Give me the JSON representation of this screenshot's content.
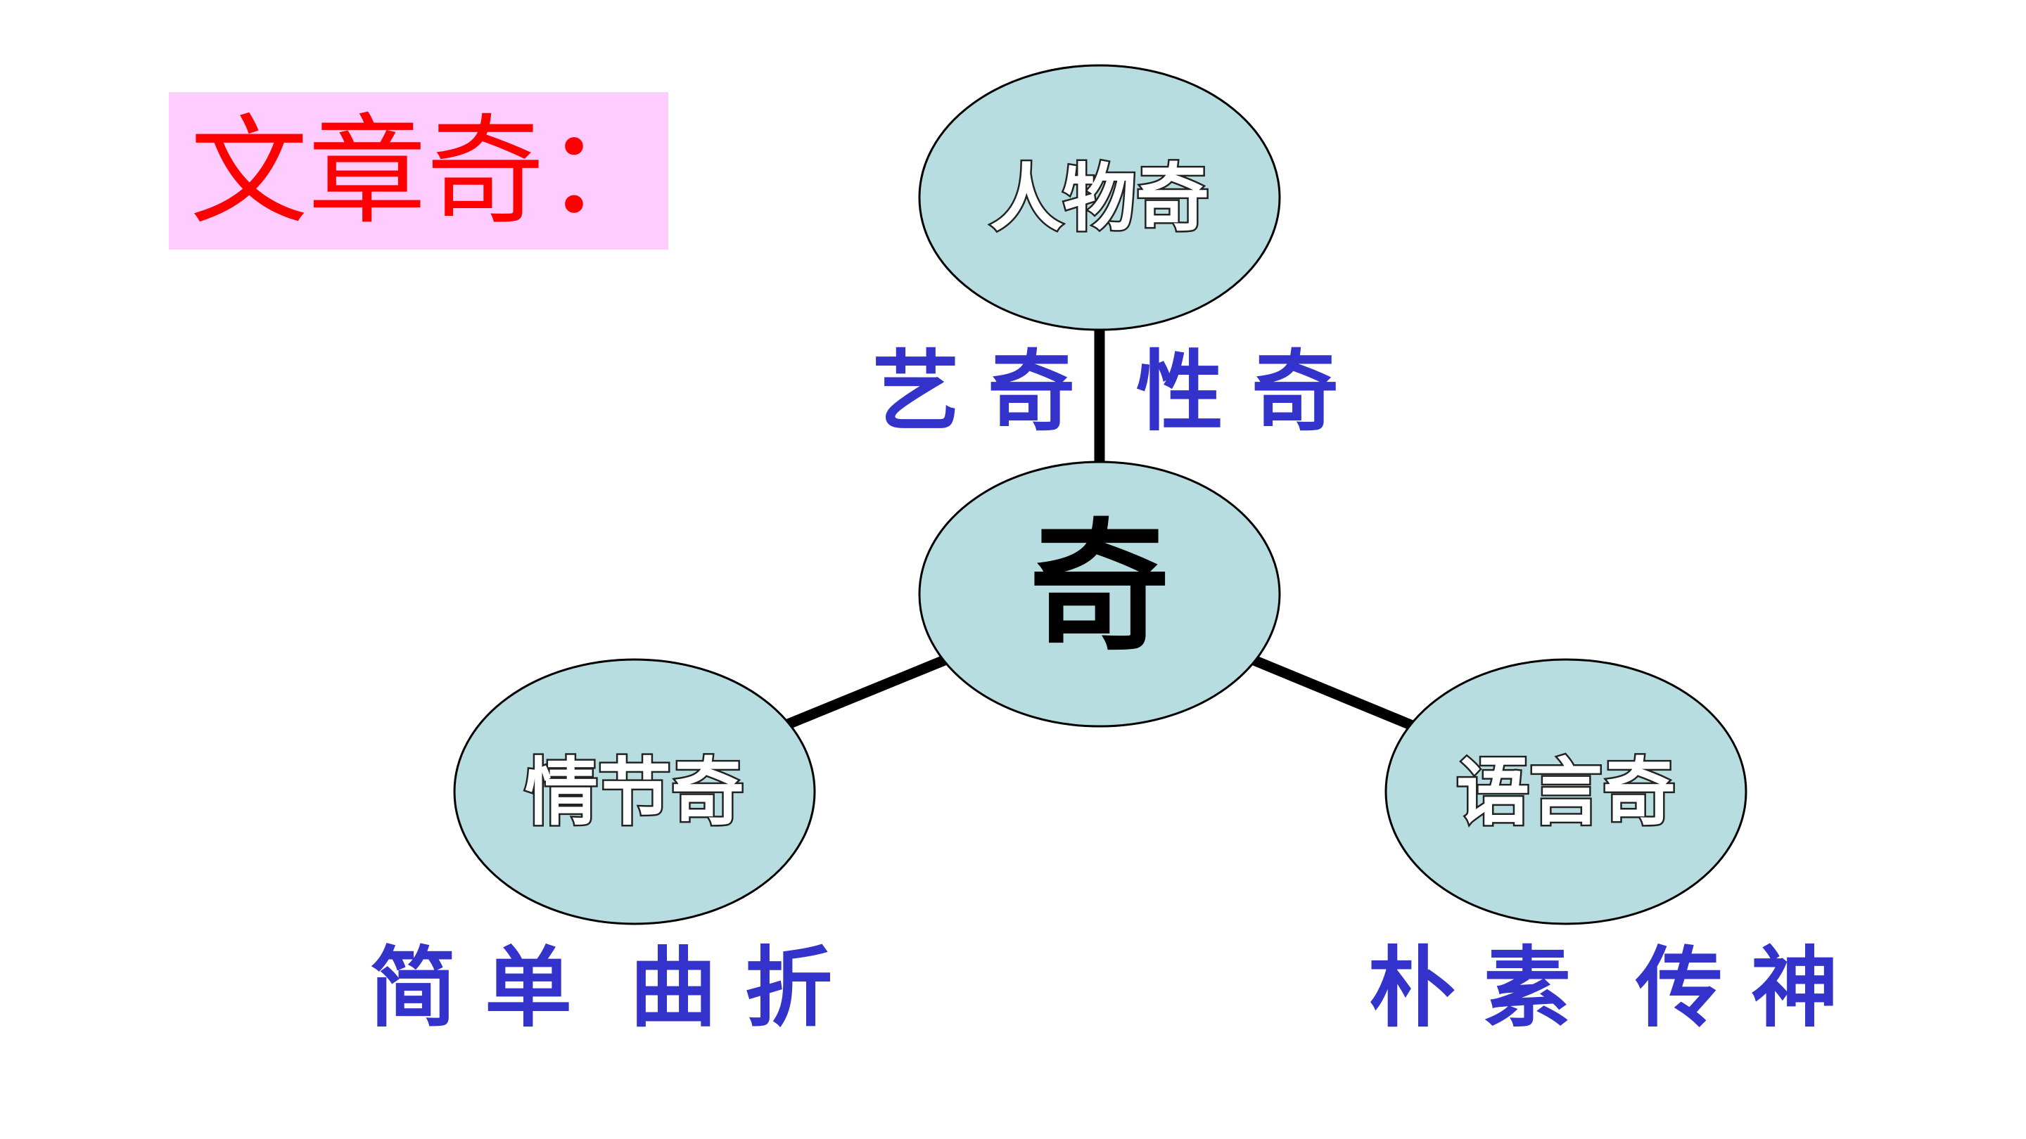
{
  "title": "文章奇：",
  "center": {
    "label": "奇"
  },
  "nodes": {
    "top": {
      "label": "人物奇",
      "traits_left": "艺奇",
      "traits_right": "性奇"
    },
    "left": {
      "label": "情节奇",
      "traits_left": "简单",
      "traits_right": "曲折"
    },
    "right": {
      "label": "语言奇",
      "traits_left": "朴素",
      "traits_right": "传神"
    }
  },
  "colors": {
    "title_bg": "#ffccff",
    "title_text": "#ff0000",
    "ellipse_fill": "#b7dde1",
    "traits_text": "#3333cc",
    "connector": "#000000"
  }
}
